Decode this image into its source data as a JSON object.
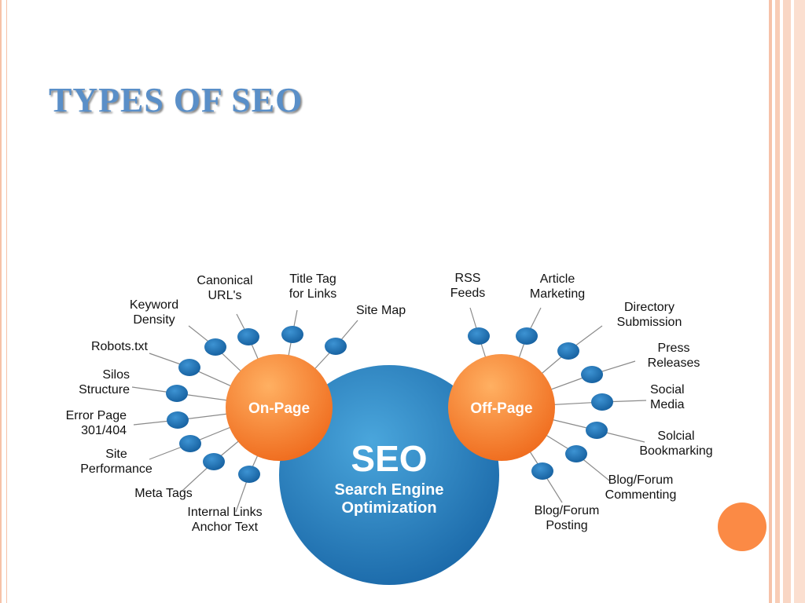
{
  "slide": {
    "title": "TYPES OF SEO"
  },
  "diagram": {
    "hub": {
      "title": "SEO",
      "subtitle_line1": "Search Engine",
      "subtitle_line2": "Optimization"
    },
    "on_page": {
      "label": "On-Page",
      "items": [
        [
          "Canonical",
          "URL's"
        ],
        [
          "Title Tag",
          "for Links"
        ],
        [
          "Site Map"
        ],
        [
          "Keyword",
          "Density"
        ],
        [
          "Robots.txt"
        ],
        [
          "Silos",
          "Structure"
        ],
        [
          "Error Page",
          "301/404"
        ],
        [
          "Site",
          "Performance"
        ],
        [
          "Meta Tags"
        ],
        [
          "Internal Links",
          "Anchor Text"
        ]
      ]
    },
    "off_page": {
      "label": "Off-Page",
      "items": [
        [
          "RSS",
          "Feeds"
        ],
        [
          "Article",
          "Marketing"
        ],
        [
          "Directory",
          "Submission"
        ],
        [
          "Press",
          "Releases"
        ],
        [
          "Social",
          "Media"
        ],
        [
          "Solcial",
          "Bookmarking"
        ],
        [
          "Blog/Forum",
          "Commenting"
        ],
        [
          "Blog/Forum",
          "Posting"
        ]
      ]
    },
    "colors": {
      "hub": "#2f86c2",
      "branch": "#f5822e",
      "node": "#1f73b5",
      "accent": "#fb8a45",
      "title": "#5a8fc8"
    }
  }
}
